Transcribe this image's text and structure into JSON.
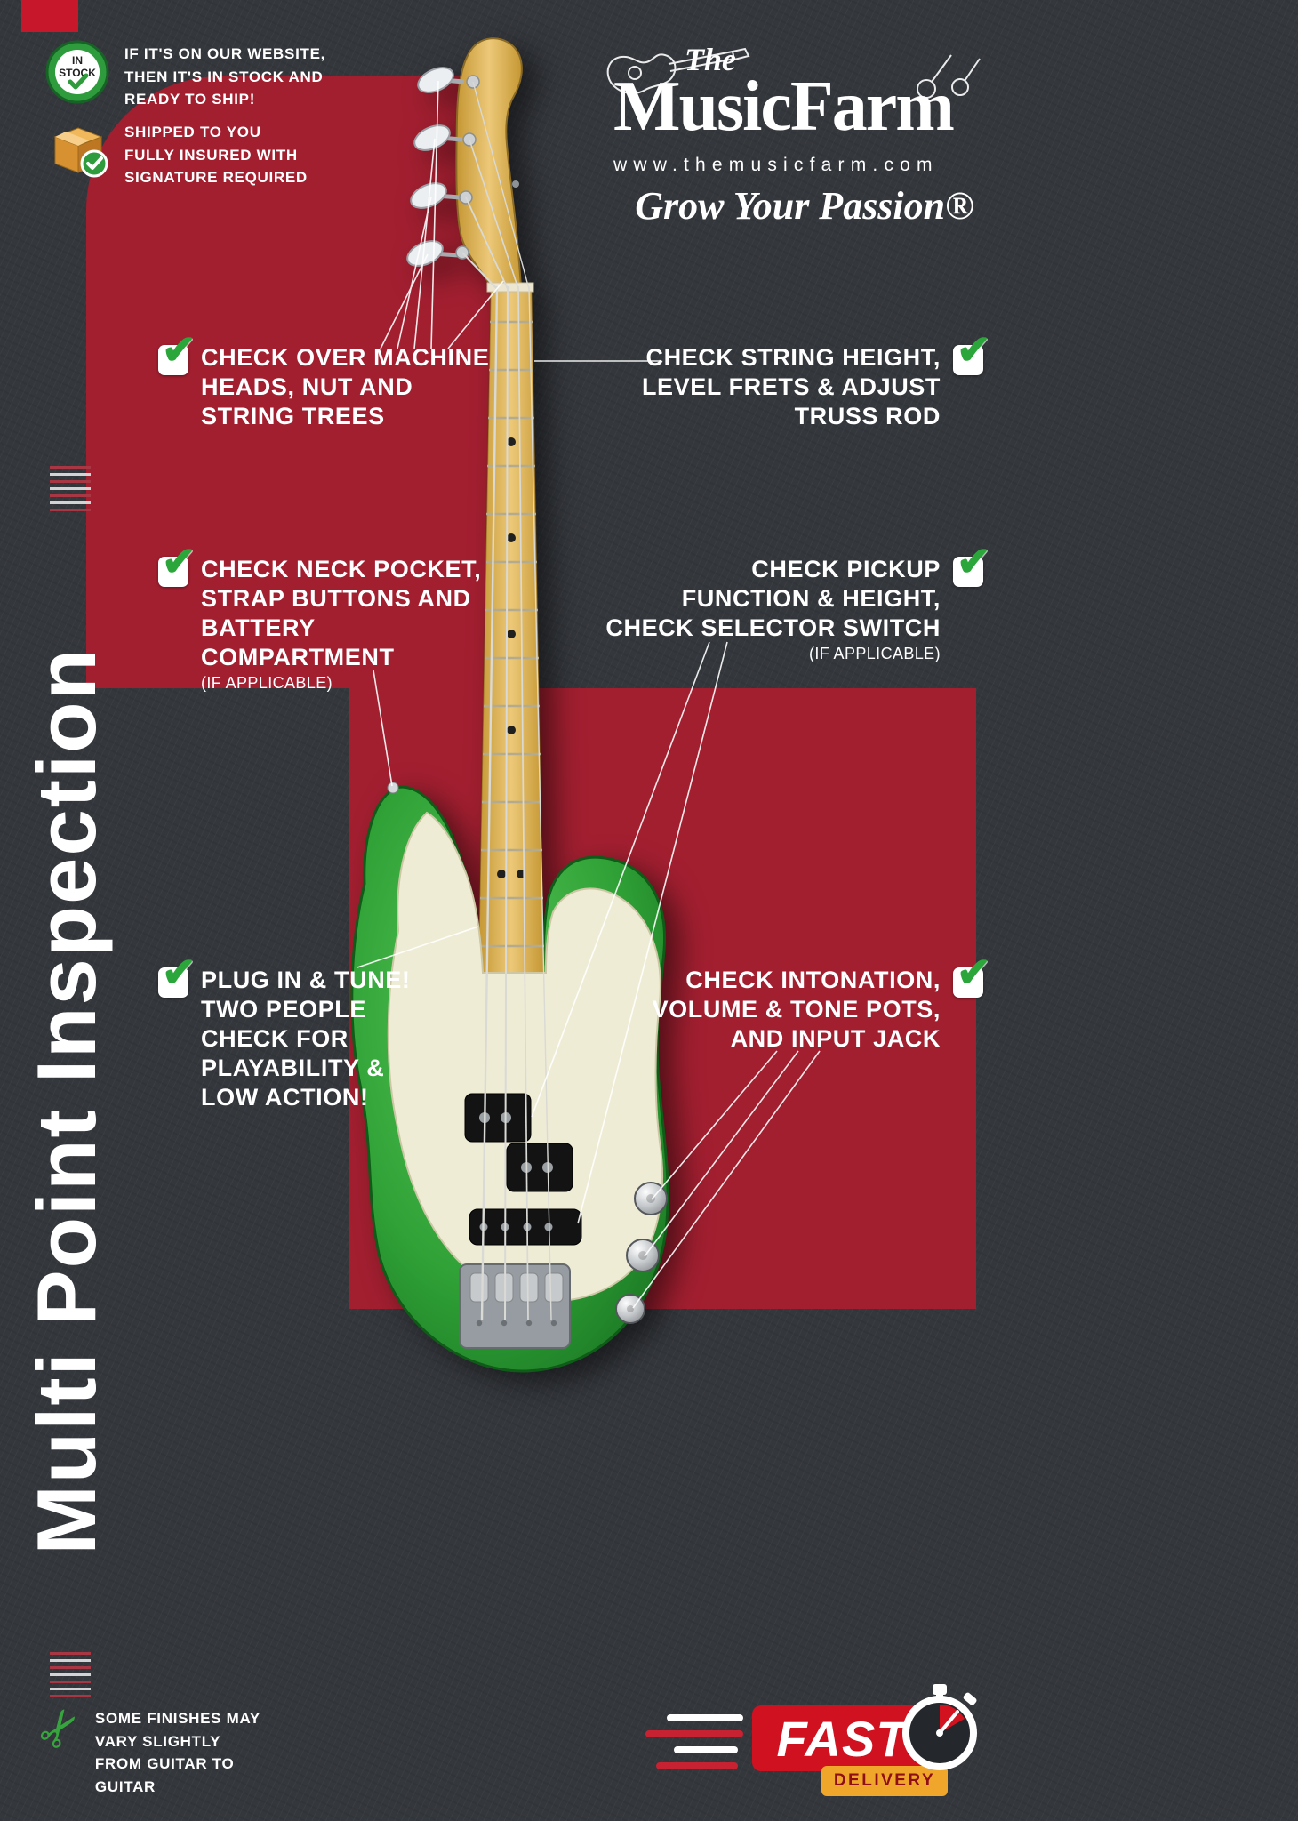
{
  "brand": {
    "the": "The",
    "name": "MusicFarm",
    "website": "www.themusicfarm.com",
    "tagline": "Grow Your Passion®"
  },
  "vertical_title": "Multi Point Inspection",
  "top_notes": [
    {
      "icon": "in-stock-badge-icon",
      "badge_line1": "IN",
      "badge_line2": "STOCK",
      "text": "IF IT'S ON OUR WEBSITE,\nTHEN IT'S IN STOCK AND\nREADY TO SHIP!"
    },
    {
      "icon": "shipping-box-icon",
      "text": "SHIPPED TO YOU\nFULLY INSURED WITH\nSIGNATURE REQUIRED"
    }
  ],
  "callouts": [
    {
      "id": "machine-heads",
      "side": "left",
      "text": "CHECK OVER MACHINE\nHEADS, NUT AND\nSTRING TREES",
      "note": ""
    },
    {
      "id": "string-height",
      "side": "right",
      "text": "CHECK STRING HEIGHT,\nLEVEL FRETS & ADJUST\nTRUSS ROD",
      "note": ""
    },
    {
      "id": "neck-pocket",
      "side": "left",
      "text": "CHECK NECK POCKET,\nSTRAP BUTTONS AND\nBATTERY\nCOMPARTMENT",
      "note": "(IF APPLICABLE)"
    },
    {
      "id": "pickups",
      "side": "right",
      "text": "CHECK PICKUP\nFUNCTION & HEIGHT,\nCHECK SELECTOR SWITCH",
      "note": "(IF APPLICABLE)"
    },
    {
      "id": "plug-in-tune",
      "side": "left",
      "text": "PLUG IN & TUNE!\nTWO PEOPLE\nCHECK FOR\nPLAYABILITY &\nLOW ACTION!",
      "note": ""
    },
    {
      "id": "intonation",
      "side": "right",
      "text": "CHECK INTONATION,\nVOLUME & TONE POTS,\nAND INPUT JACK",
      "note": ""
    }
  ],
  "bottom_note": {
    "icon": "scissors-icon",
    "text": "SOME FINISHES MAY\nVARY SLIGHTLY\nFROM GUITAR TO\nGUITAR"
  },
  "shipping_badge": {
    "fast": "FAST",
    "delivery": "DELIVERY",
    "icon": "stopwatch-icon"
  },
  "icons": {
    "check_glyph": "✔",
    "scissors_glyph": "✂"
  },
  "colors": {
    "background": "#34373c",
    "panel_red": "#a21f30",
    "badge_red": "#cf1120",
    "gold": "#f0a62a",
    "check_green": "#2ba63a",
    "guitar_body_green": "#2fa136",
    "pickguard_cream": "#efecd6",
    "neck_maple": "#dcae55"
  }
}
